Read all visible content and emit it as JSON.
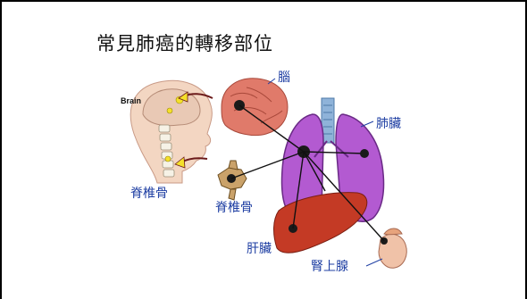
{
  "slide": {
    "title": "常見肺癌的轉移部位"
  },
  "diagram": {
    "head_brain_label": "Brain",
    "labels": {
      "brain": "腦",
      "lung": "肺臟",
      "spine_left": "脊椎骨",
      "spine_right": "脊椎骨",
      "liver": "肝臟",
      "adrenal": "腎上腺"
    },
    "colors": {
      "label_blue": "#1f3fa3",
      "lung_purple": "#b35ad1",
      "liver_red": "#c43a25",
      "brain_pink": "#e07a6a",
      "airway_blue": "#8fb3d9",
      "head_skin": "#f3d6c2",
      "arrow_yellow": "#f5e02a"
    }
  }
}
